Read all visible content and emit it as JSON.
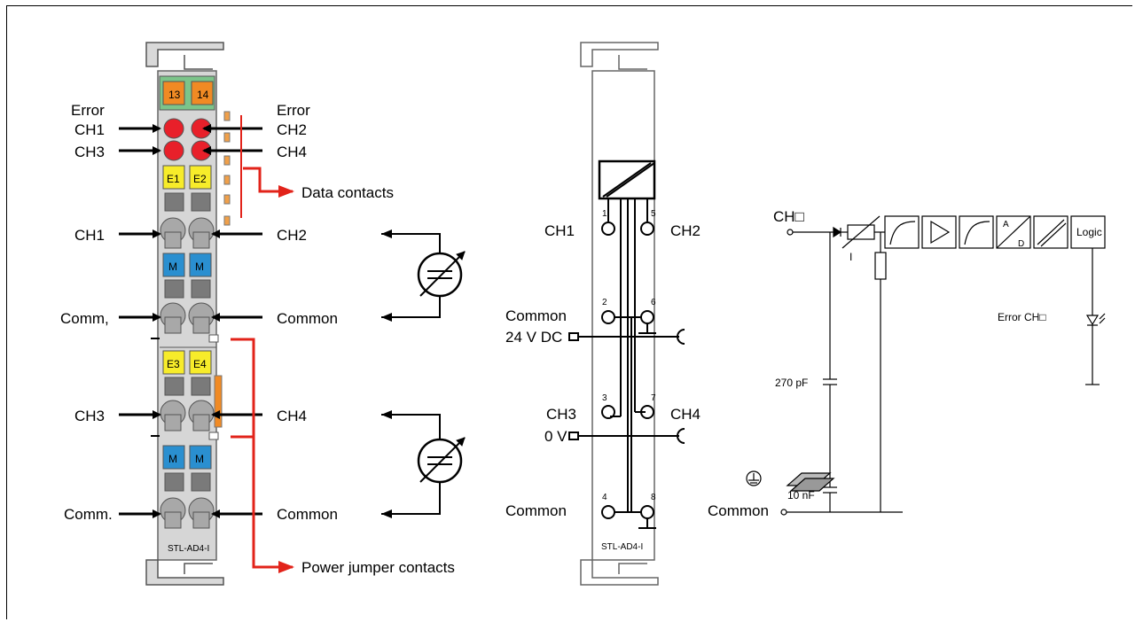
{
  "module": {
    "led_top": [
      "13",
      "14"
    ],
    "e_top": [
      "E1",
      "E2"
    ],
    "m_top": [
      "M",
      "M"
    ],
    "e_bottom": [
      "E3",
      "E4"
    ],
    "m_bottom": [
      "M",
      "M"
    ],
    "name": "STL-AD4-I"
  },
  "left_labels": {
    "error_ch1_a": "Error",
    "error_ch1_b": "CH1",
    "ch3_led": "CH3",
    "ch1": "CH1",
    "comm1": "Comm,",
    "ch3": "CH3",
    "comm2": "Comm."
  },
  "right_labels": {
    "error_ch2_a": "Error",
    "error_ch2_b": "CH2",
    "ch4_led": "CH4",
    "ch2": "CH2",
    "common1": "Common",
    "ch4": "CH4",
    "common2": "Common"
  },
  "callouts": {
    "data_contacts": "Data contacts",
    "power_jumper": "Power jumper contacts"
  },
  "schematic": {
    "ch1": "CH1",
    "ch2": "CH2",
    "common_top": "Common",
    "v24": "24 V DC",
    "ch3": "CH3",
    "ch4": "CH4",
    "v0": "0 V",
    "common_bottom": "Common",
    "name": "STL-AD4-I",
    "pins": [
      "1",
      "5",
      "2",
      "6",
      "3",
      "7",
      "4",
      "8"
    ]
  },
  "circuit": {
    "input": "CH□",
    "current": "I",
    "logic": "Logic",
    "a": "A",
    "d": "D",
    "error": "Error CH□",
    "c1": "270 pF",
    "c2": "10 nF",
    "common": "Common"
  },
  "colors": {
    "led_red": "#e8202a",
    "orange": "#f08a24",
    "yellow": "#f7ec2a",
    "blue": "#2a8fd0",
    "green": "#7cc48a",
    "callout_red": "#e2231a"
  }
}
